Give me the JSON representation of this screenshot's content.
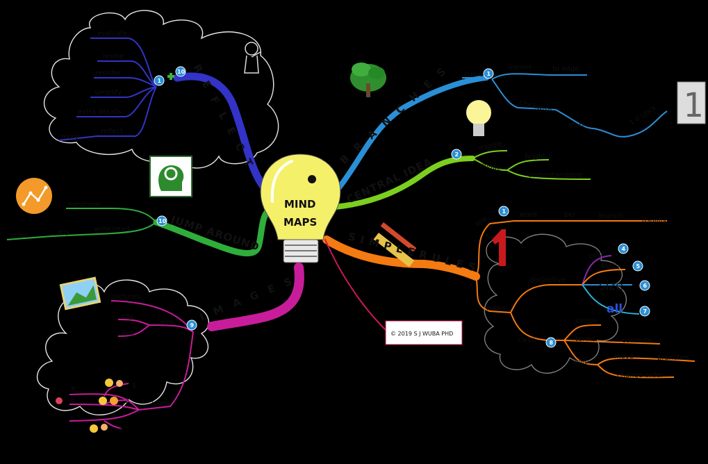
{
  "center": {
    "line1": "MIND",
    "line2": "MAPS"
  },
  "colors": {
    "reflect": "#3333c8",
    "branches": "#2a8fd6",
    "central_idea": "#7ccf1f",
    "simple_rules": "#f47a12",
    "images": "#c81d9a",
    "jump_around": "#2fae3c",
    "copyright_line": "#c8195a",
    "bulb": "#f5f06a"
  },
  "branches": {
    "reflect": {
      "title": "R E F L E C T",
      "badge": "10",
      "badge2": "1",
      "items": [
        "evaluate",
        "revise",
        "reorder",
        "simplify",
        "extra details",
        "reflect",
        "more"
      ]
    },
    "branches": {
      "title": "B R A N C H E S",
      "badge": "1",
      "curved": "curved",
      "center": "center",
      "to_edge": "to edge",
      "clockwise": "clockwise",
      "start": "start",
      "at_1oclock": "1 o'clock"
    },
    "central_idea": {
      "title": "CENTRAL IDEA",
      "badge": "2",
      "middle": "middle",
      "image": "image",
      "bright": "bright",
      "understandable": "understandable"
    },
    "simple_rules": {
      "title": "S I M P L E   R U L E S",
      "one": "one",
      "badge_one": "1",
      "word": "word",
      "per": "per",
      "branch": "branch",
      "usually": "usually",
      "make": "make",
      "distinctive": "distinctive",
      "color": "color",
      "fonts": "fonts",
      "size": "size",
      "all": "all",
      "badge_color": "4",
      "badge_fonts": "5",
      "badge_size": "6",
      "badge_all": "7",
      "clear": "clear",
      "badge_clear": "8",
      "simple": "simple",
      "terms": "terms",
      "common": "common",
      "edit": "edit",
      "move": "move",
      "branches": "branches",
      "change_order": "change order"
    },
    "images": {
      "title": "I M A G E S",
      "badge": "9",
      "pictures": "pictures",
      "clip": "clip",
      "web": "web",
      "link": "link",
      "icons": "icons",
      "a": "a",
      "b": "b",
      "c": "c",
      "n1": "1",
      "n2": "2",
      "n3": "3"
    },
    "jump_around": {
      "title": "JUMP AROUND",
      "badge": "10",
      "nonlinear": "nonlinear",
      "write_read": "write/read",
      "any": "any",
      "order": "order"
    }
  },
  "footer": {
    "copyright": "© 2019 S J WUBA PHD"
  },
  "side_counter": {
    "digit": "1"
  },
  "icons": [
    "tree-icon",
    "lightbulb-icon",
    "ruler-pencil-icon",
    "red-one-icon",
    "thinker-icon",
    "head-brain-icon",
    "line-chart-icon",
    "picture-icon",
    "emoji-icons",
    "digital-digit-icon"
  ]
}
